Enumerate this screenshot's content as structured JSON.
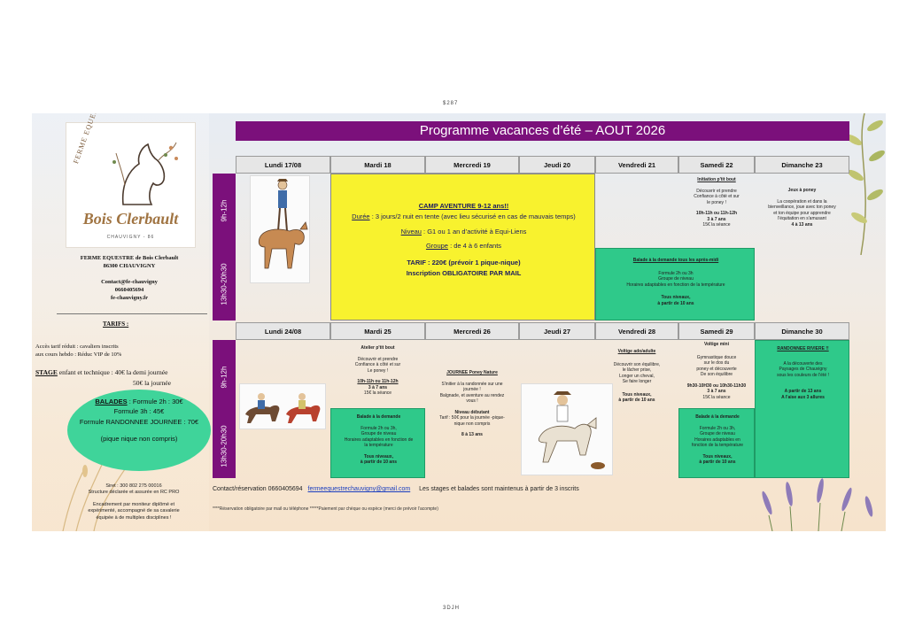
{
  "page": {
    "top_code": "$287",
    "bottom_code": "3DJH"
  },
  "title": "Programme vacances d’été – AOUT 2026",
  "logo": {
    "arch_text": "FERME EQUESTRE",
    "name": "Bois Clerbault",
    "town": "CHAUVIGNY - 86"
  },
  "side": {
    "farm_name": "FERME EQUESTRE de Bois Clerbault",
    "farm_city": "86300 CHAUVIGNY",
    "contact_email": "Contact@fe-chauvigny",
    "contact_phone": "0660405694",
    "contact_web": "fe-chauvigny.fr",
    "tarifs_heading": "TARIFS :",
    "tarif_line1": "Accès tarif réduit : cavaliers inscrits",
    "tarif_line2": "aux cours hebdo : Réduc VIP de 10%",
    "stage_label": "STAGE",
    "stage_text": " enfant et technique :  40€ la demi journée",
    "stage_full": "50€  la journée",
    "balades_label": "BALADES",
    "balades_line1": " : Formule 2h : 30€",
    "balades_line2": "Formule 3h : 45€",
    "balades_line3": "Formule RANDONNEE JOURNEE : 70€",
    "balades_note": "(pique nique non compris)",
    "siret": "Siret : 300 802 275 00016",
    "assurance": "Structure déclarée et assurée en RC PRO",
    "encadrement1": "Encadrement par moniteur diplômé et",
    "encadrement2": "expérimenté, accompagné de sa cavalerie",
    "encadrement3": "équipée à de multiples disciplines !"
  },
  "slots": {
    "morning": "9h-12h",
    "afternoon": "13h30-20h30"
  },
  "week1": {
    "days": [
      "Lundi 17/08",
      "Mardi 18",
      "Mercredi 19",
      "Jeudi 20",
      "Vendredi 21",
      "Samedi 22",
      "Dimanche 23"
    ],
    "camp": {
      "title": "CAMP AVENTURE 9-12 ans!!",
      "duree_label": "Durée",
      "duree_text": " : 3 jours/2 nuit en tente (avec lieu sécurisé en cas de mauvais temps)",
      "niveau_label": "Niveau",
      "niveau_text": " : G1 ou 1 an d’activité à Equi-Liens",
      "groupe_label": "Groupe",
      "groupe_text": " : de 4 à 6 enfants",
      "tarif": "TARIF : 220€ (prévoir 1 pique-nique)",
      "inscription": "Inscription OBLIGATOIRE PAR MAIL"
    },
    "initiation": {
      "title": "Initiation p'tit bout",
      "l1": "Découvrir et prendre",
      "l2": "Confiance à côté et sur",
      "l3": "le poney !",
      "hours": "10h-11h ou 11h-12h",
      "age": "3 à 7 ans",
      "price": "15€ la séance"
    },
    "jeux": {
      "title": "Jeux à poney",
      "l1": "La coopération et dans la",
      "l2": "bienveillance, joue avec ton poney",
      "l3": "et ton équipe pour apprendre",
      "l4": "l'équitation en s'amusant",
      "age": "4 à 13 ans"
    },
    "balade": {
      "title": "Balade à la demande tous les après-midi",
      "l1": "Formule 2h ou 3h",
      "l2": "Groupe de niveau",
      "l3": "Horaires adaptables en fonction de la température",
      "l4": "Tous niveaux,",
      "l5": "à partir de 10 ans"
    }
  },
  "week2": {
    "days": [
      "Lundi 24/08",
      "Mardi 25",
      "Mercredi 26",
      "Jeudi 27",
      "Vendredi 28",
      "Samedi 29",
      "Dimanche 30"
    ],
    "ptit_bout": {
      "title": "Atelier p'tit bout",
      "l1": "Découvrir et prendre",
      "l2": "Confiance à côté et sur",
      "l3": "Le poney !",
      "hours": "10h-11h ou 11h-12h",
      "age": "3 à 7 ans",
      "price": "15€ la séance"
    },
    "balade_mardi": {
      "title": "Balade à la demande",
      "l1": "Formule 2h ou 3h,",
      "l2": "Groupe de niveau",
      "l3": "Horaires adaptables en fonction  de",
      "l4": "la température",
      "l5": "Tous niveaux,",
      "l6": "à partir de 10 ans"
    },
    "journee": {
      "title": "JOURNEE Poney Nature",
      "l1": "S'initier à la randonnée sur une",
      "l2": "journée !",
      "l3": "Balgnade, et aventure au rendez",
      "l4": "vous !",
      "niveau": "Niveau débutant",
      "tarif": "Tarif : 50€ pour la journée -pique-",
      "tarif2": "nique non compris",
      "age": "8 à 13 ans"
    },
    "voltige_ado": {
      "title": "Voltige ado/adulte",
      "l1": "Découvrir son équilibre,",
      "l2": "le lâcher prise,",
      "l3": "Longer un cheval,",
      "l4": "Se faire longer",
      "l5": "Tous niveaux,",
      "l6": "à partir de 10 ans"
    },
    "voltige_mini": {
      "title": "Voltige mini",
      "l1": "Gymnastique douce",
      "l2": "sur le dos du",
      "l3": "poney et découverte",
      "l4": "De son équilibre",
      "hours": "9h30-10H30 ou 10h30-11h30",
      "age": "3 à 7 ans",
      "price": "15€ la séance"
    },
    "balade_samedi": {
      "title": "Balade à la demande",
      "l1": "Formule 2h ou 3h,",
      "l2": "Groupe de niveau",
      "l3": "Horaires adaptables en",
      "l4": "fonction  de la température",
      "l5": "Tous niveaux,",
      "l6": "à partir de 10 ans"
    },
    "riviere": {
      "title": "RANDONNEE  RIVIERE !!",
      "l1": "A la découverte des",
      "l2": "Paysages de Chauvigny",
      "l3": "sous les couleurs de l'été !",
      "age": "A partir de 13 ans",
      "niveau": "A l'aise aux 3 allures"
    }
  },
  "footer": {
    "contact": "Contact/réservation 0660405694",
    "email": "fermeequestrechauvigny@gmail.com",
    "maintenus": "Les stages et balades sont maintenus à partir de 3 inscrits",
    "note": "****Réservation obligatoire par mail ou téléphone *****Paiement par chèque ou espèce (merci de prévoir l’acompte)"
  },
  "colors": {
    "purple": "#7b107b",
    "yellow": "#f8f22e",
    "green": "#2fc98a"
  },
  "icons": [
    "horse-head-logo",
    "rider-standing-on-horse-illustration",
    "riders-galloping-illustration",
    "cowboy-rider-illustration"
  ]
}
